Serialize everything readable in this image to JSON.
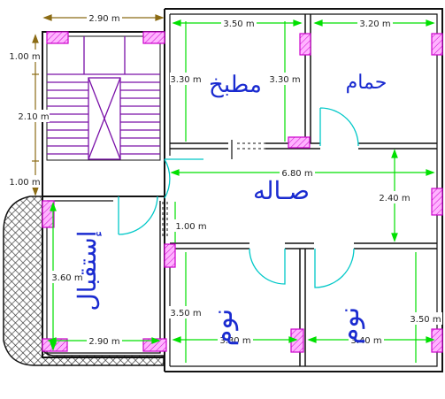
{
  "colors": {
    "wall": "#111111",
    "dimension": "#00e000",
    "dimension_dark": "#8b6b14",
    "window": "#cc00cc",
    "window_fill": "#ffb3ff",
    "stair": "#7a10a8",
    "door": "#00c8c8",
    "label": "#1a2bd0",
    "garden_fill": "#555555"
  },
  "rooms": {
    "kitchen": "مطبخ",
    "bathroom": "حمام",
    "hall": "صـاله",
    "reception": "إستقبال",
    "bedroom_left": "نوم",
    "bedroom_right": "نوم"
  },
  "dimensions": {
    "stair_width": "2.90 m",
    "stair_top_gap": "1.00 m",
    "stair_length": "2.10 m",
    "stair_bottom_gap": "1.00 m",
    "kitchen_width": "3.50 m",
    "kitchen_depth_left": "3.30 m",
    "kitchen_depth_right": "3.30 m",
    "bathroom_width": "3.20 m",
    "hall_width": "6.80 m",
    "hall_depth": "2.40 m",
    "corridor_gap": "1.00 m",
    "reception_depth": "3.60 m",
    "reception_width": "2.90 m",
    "bedroom_left_depth": "3.50 m",
    "bedroom_left_width": "3.30 m",
    "bedroom_right_width": "3.40 m",
    "bedroom_right_depth": "3.50 m"
  }
}
